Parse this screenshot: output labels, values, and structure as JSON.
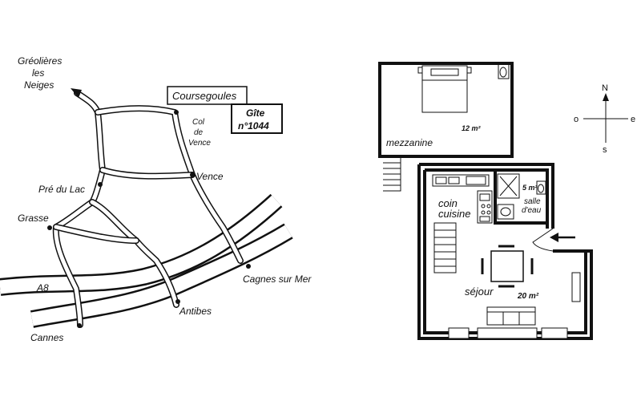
{
  "map": {
    "places": {
      "greolieres_1": "Gréolières",
      "greolieres_2": "les",
      "greolieres_3": "Neiges",
      "coursegoules": "Coursegoules",
      "col_1": "Col",
      "col_2": "de",
      "col_3": "Vence",
      "vence": "Vence",
      "pre_du_lac": "Pré du Lac",
      "grasse": "Grasse",
      "cagnes": "Cagnes sur Mer",
      "antibes": "Antibes",
      "cannes": "Cannes"
    },
    "highway": "A8",
    "gite_1": "Gîte",
    "gite_2": "n°1044"
  },
  "plan": {
    "mezzanine_label": "mezzanine",
    "mezzanine_area": "12 m²",
    "bathroom_area": "5 m²",
    "bathroom_label_1": "salle",
    "bathroom_label_2": "d'eau",
    "kitchen_label_1": "coin",
    "kitchen_label_2": "cuisine",
    "living_label": "séjour",
    "living_area": "20 m²"
  },
  "compass": {
    "n": "N",
    "s": "s",
    "e": "e",
    "o": "o"
  }
}
